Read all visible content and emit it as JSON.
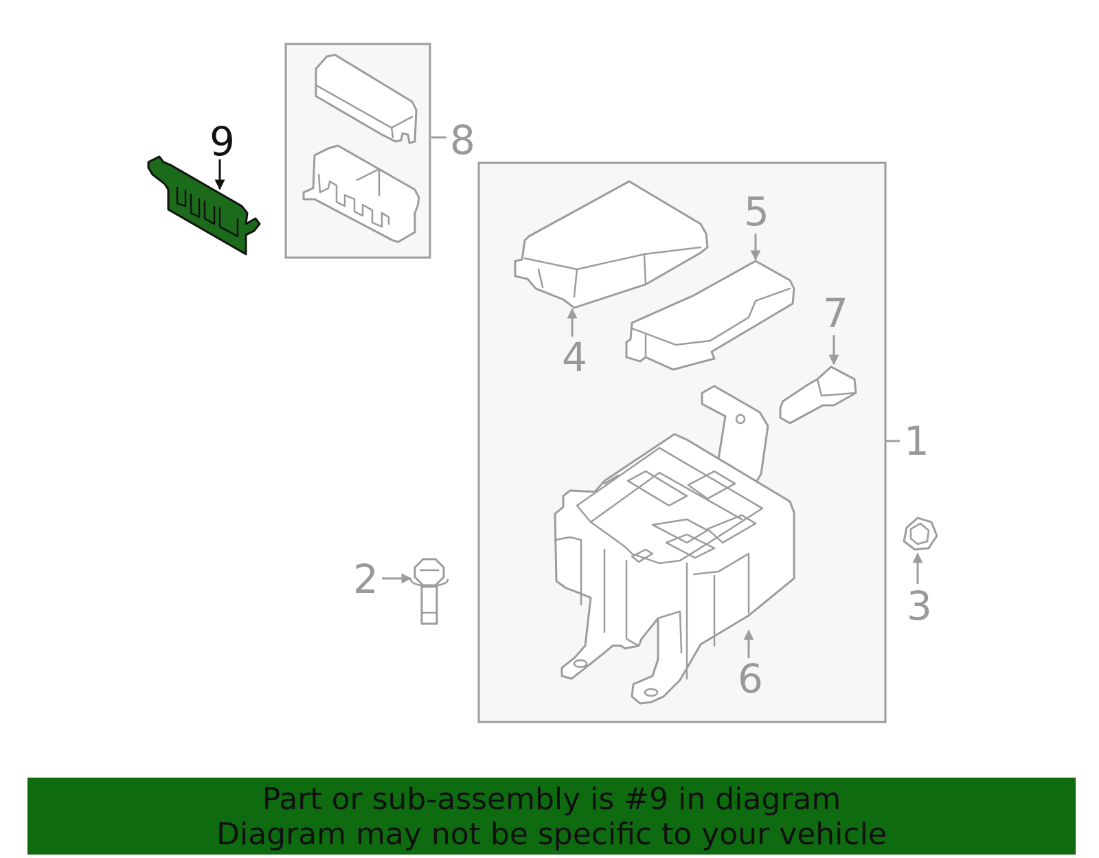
{
  "callouts": {
    "c1": "1",
    "c2": "2",
    "c3": "3",
    "c4": "4",
    "c5": "5",
    "c6": "6",
    "c7": "7",
    "c8": "8",
    "c9": "9"
  },
  "banner": {
    "line1": "Part or sub-assembly is #9 in diagram",
    "line2": "Diagram may not be specific to your vehicle"
  },
  "colors": {
    "highlight": "#1b6b1b",
    "banner": "#0f6b0f",
    "line": "#9c9c9c"
  }
}
